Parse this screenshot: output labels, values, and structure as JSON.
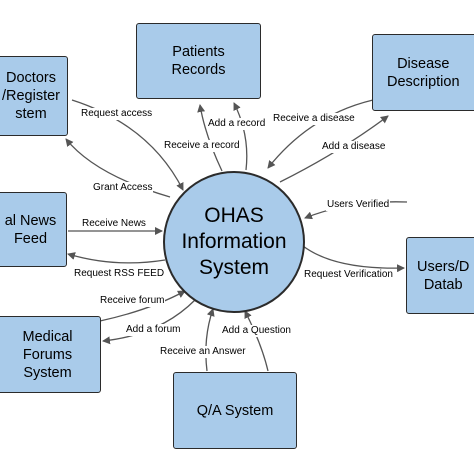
{
  "center": {
    "label": "OHAS\nInformation\nSystem"
  },
  "nodes": {
    "doctors": "Doctors\n/Register\nstem",
    "patients": "Patients\nRecords",
    "disease": "Disease\nDescription",
    "news": "al News\nFeed",
    "users": "Users/D\nDatab",
    "forums": "Medical\nForums\nSystem",
    "qa": "Q/A System"
  },
  "flows": {
    "request_access": "Request access",
    "grant_access": "Grant Access",
    "receive_record": "Receive a record",
    "add_record": "Add a record",
    "receive_disease": "Receive a disease",
    "add_disease": "Add a disease",
    "users_verified": "Users Verified",
    "request_verification": "Request Verification",
    "receive_news": "Receive News",
    "request_rss": "Request RSS FEED",
    "receive_forum": "Receive forum",
    "add_forum": "Add a forum",
    "receive_answer": "Receive an Answer",
    "add_question": "Add a Question"
  },
  "colors": {
    "node_fill": "#a9cbea",
    "stroke": "#2b2b2b",
    "arrow": "#555555"
  }
}
